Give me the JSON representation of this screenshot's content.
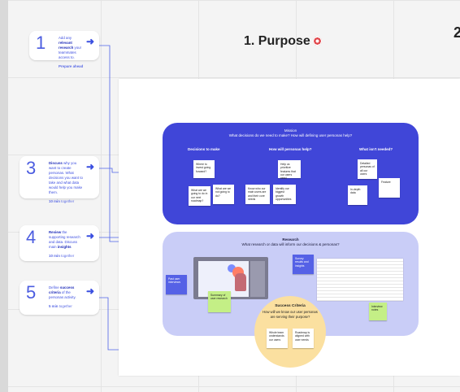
{
  "frames": {
    "purpose_title": "1. Purpose",
    "next_title": "2"
  },
  "steps": [
    {
      "num": "1",
      "text_pre": "Add any ",
      "text_bold": "relevant research",
      "text_post": " your teammates access to.",
      "duration_bold": "Prepare ahead",
      "duration_rest": ""
    },
    {
      "num": "3",
      "text_pre": "",
      "text_bold": "Discuss",
      "text_post": " why you want to create personas. What decisions you want to take and what data would help you make them.",
      "duration_bold": "10 min",
      "duration_rest": " together"
    },
    {
      "num": "4",
      "text_pre": "",
      "text_bold": "Review",
      "text_post": " the supporting research and data. Discuss main ",
      "text_bold2": "insights",
      "duration_bold": "10 min",
      "duration_rest": " together"
    },
    {
      "num": "5",
      "text_pre": "Define ",
      "text_bold": "success criteria",
      "text_post": " of the personas activity.",
      "duration_bold": "5 min",
      "duration_rest": " together"
    }
  ],
  "mission": {
    "heading": "Mission",
    "question": "What decisions do we need to make? How will defining user personas help?",
    "columns": [
      "Decisions to make",
      "How will personas help?",
      "What isn't needed?"
    ],
    "notes": [
      "Where to invest going forward?",
      "What are we going to do in our next roadmap?",
      "What are we not going to do?",
      "Help us prioritize features that our users need",
      "Know who our main users are and their core needs",
      "Identify our biggest growth opportunities",
      "Detailed personas of all our users",
      "In-depth data",
      "Feature"
    ]
  },
  "research": {
    "heading": "Research",
    "question": "What research or data will inform our decisions & personas?",
    "notes": [
      "Past user interviews",
      "Summary of user research",
      "Survey results and insights",
      "Interview notes"
    ]
  },
  "success": {
    "heading": "Success Criteria",
    "question": "How will we know our user personas are serving their purpose?",
    "notes": [
      "Whole team understands our users",
      "Roadmap is aligned with user needs"
    ]
  },
  "icons": {
    "arrow": "arrow-right-icon",
    "target": "target-icon"
  },
  "colors": {
    "mission_bg": "#4046d8",
    "research_bg": "#c9cdf7",
    "success_bg": "#fbe0a0",
    "step_accent": "#3b4de0"
  }
}
